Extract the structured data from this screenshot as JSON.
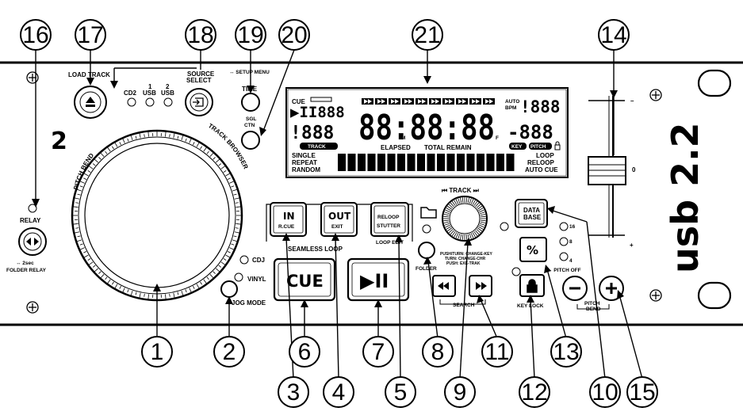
{
  "callouts": [
    "1",
    "2",
    "3",
    "4",
    "5",
    "6",
    "7",
    "8",
    "9",
    "10",
    "11",
    "12",
    "13",
    "14",
    "15",
    "16",
    "17",
    "18",
    "19",
    "20",
    "21"
  ],
  "labels": {
    "load_track": "LOAD TRACK",
    "source_select": "SOURCE\nSELECT",
    "cd2": "CD2",
    "usb1": "1\nUSB",
    "usb2": "2\nUSB",
    "setup_menu": "↔ SETUP MENU",
    "time": "TIME",
    "sgl_ctn": "SGL\nCTN",
    "deck_number": "2",
    "pitch_bend_arc": "PITCH BEND",
    "track_browser_arc": "TRACK BROWSER",
    "relay": "RELAY",
    "folder_relay": "↔ 2sec\nFOLDER RELAY",
    "cdj": "CDJ",
    "vinyl": "VINYL",
    "jog_mode": "JOG MODE",
    "in_btn": "IN",
    "in_sub": "R.CUE",
    "out_btn": "OUT",
    "out_sub": "EXIT",
    "reloop_btn": "RELOOP",
    "reloop_sub": "STUTTER",
    "loop_edit": "LOOP EDIT",
    "seamless_loop": "SEAMLESS LOOP",
    "cue_btn": "CUE",
    "play_pause": "▶II",
    "track_knob": "⏮ TRACK ⏭",
    "folder": "FOLDER",
    "knob_help": "PUSH/TURN: CHANGE-KEY\nTURN: CHANGE-CHR\nPUSH: EXE-TRAK",
    "search": "SEARCH",
    "keylock": "KEY LOCK",
    "database": "DATA\nBASE",
    "percent": "%",
    "pitch_16": "16",
    "pitch_8": "8",
    "pitch_4": "4",
    "pitch_off": "↔ PITCH OFF",
    "pitch_bend": "PITCH\nBEND",
    "slider_minus": "–",
    "slider_zero": "0",
    "slider_plus": "+",
    "model": "usb 2.2"
  },
  "lcd": {
    "cue": "CUE",
    "play_digits": "▶II888",
    "auto_bpm": "AUTO\nBPM",
    "bpm_digits": "!888",
    "track_digits": "!888",
    "time_digits": "88:88:88",
    "pitch_digits": "-888",
    "track_badge": "TRACK",
    "elapsed": "ELAPSED",
    "total_remain": "TOTAL REMAIN",
    "key_badge": "KEY",
    "pitch_badge": "PITCH",
    "single": "SINGLE",
    "repeat": "REPEAT",
    "random": "RANDOM",
    "loop": "LOOP",
    "reloop": "RELOOP",
    "autocue": "AUTO CUE",
    "m": "M",
    "s": "S",
    "f": "F"
  }
}
